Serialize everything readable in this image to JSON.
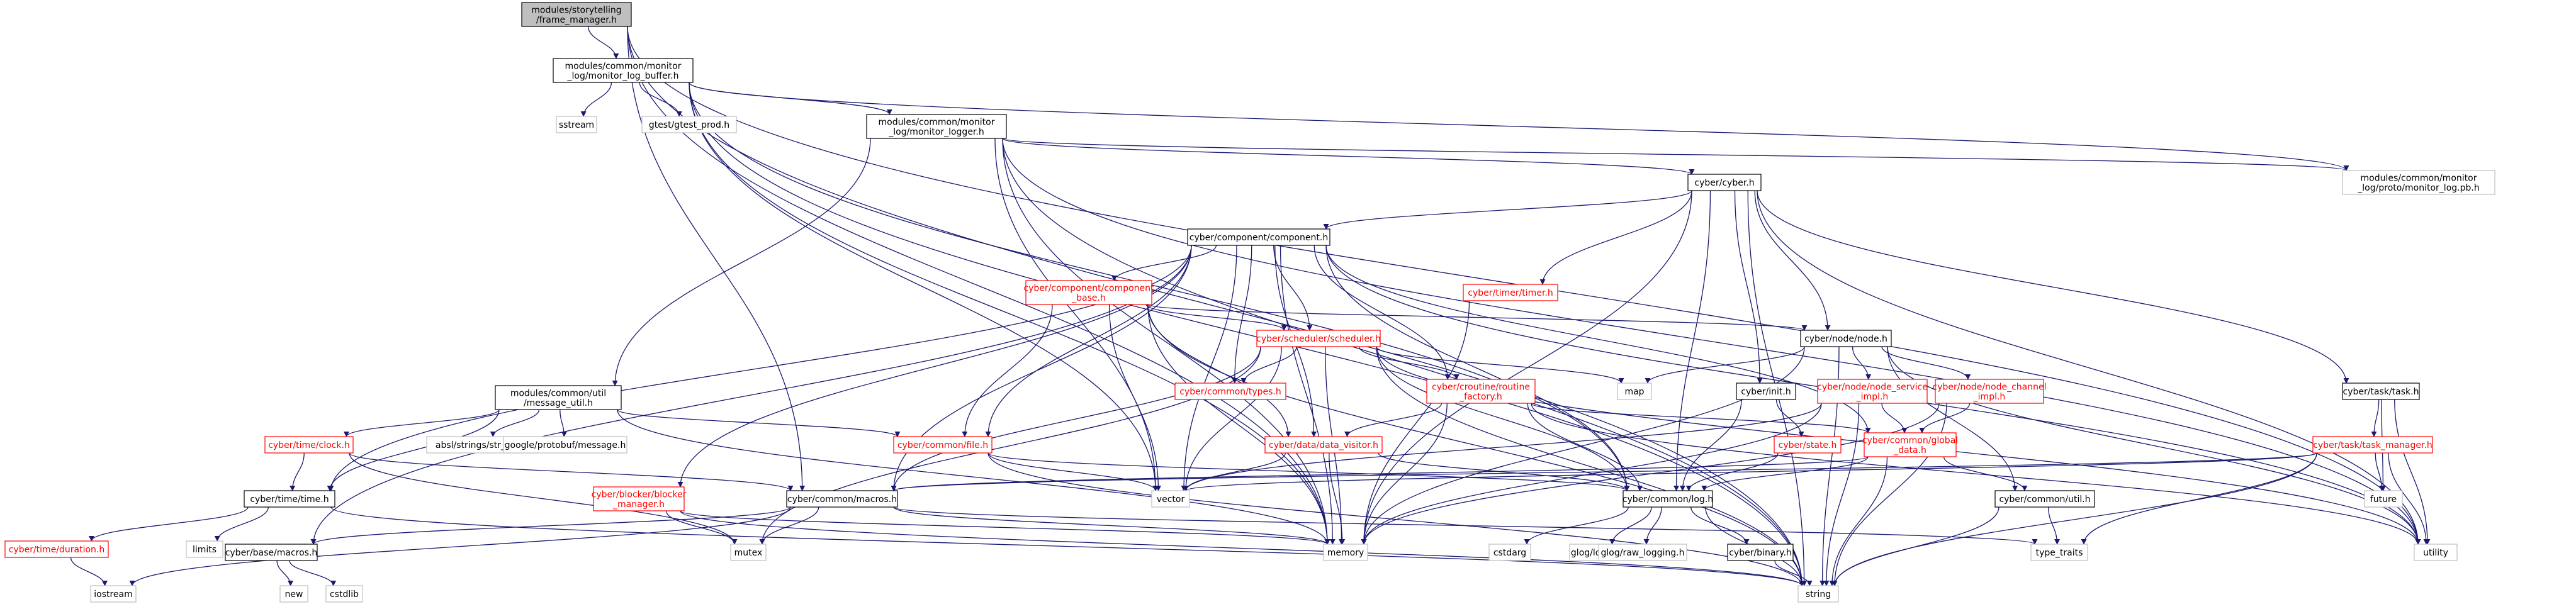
{
  "colors": {
    "edge": "#191970",
    "root_fill": "#bfbfbf",
    "root_border": "#000000",
    "normal_border": "#000000",
    "missing_border": "#ff0000",
    "external_border": "#bfbfbf",
    "text": "#000000",
    "red_text": "#ff0000"
  },
  "nodes": {
    "root": {
      "label": "modules/storytelling\n/frame_manager.h",
      "kind": "root"
    },
    "mlb": {
      "label": "modules/common/monitor\n_log/monitor_log_buffer.h",
      "kind": "normal"
    },
    "mlg": {
      "label": "modules/common/monitor\n_log/monitor_logger.h",
      "kind": "normal"
    },
    "mlpb": {
      "label": "modules/common/monitor\n_log/proto/monitor_log.pb.h",
      "kind": "external"
    },
    "sstream": {
      "label": "sstream",
      "kind": "external"
    },
    "gtestprod": {
      "label": "gtest/gtest_prod.h",
      "kind": "external"
    },
    "cyber": {
      "label": "cyber/cyber.h",
      "kind": "normal"
    },
    "component": {
      "label": "cyber/component/component.h",
      "kind": "normal"
    },
    "compbase": {
      "label": "cyber/component/component\n_base.h",
      "kind": "missing"
    },
    "timer": {
      "label": "cyber/timer/timer.h",
      "kind": "missing"
    },
    "node": {
      "label": "cyber/node/node.h",
      "kind": "normal"
    },
    "scheduler": {
      "label": "cyber/scheduler/scheduler.h",
      "kind": "missing"
    },
    "types": {
      "label": "cyber/common/types.h",
      "kind": "missing"
    },
    "msgutil": {
      "label": "modules/common/util\n/message_util.h",
      "kind": "normal"
    },
    "map": {
      "label": "map",
      "kind": "external"
    },
    "init": {
      "label": "cyber/init.h",
      "kind": "normal"
    },
    "nodesvc": {
      "label": "cyber/node/node_service\n_impl.h",
      "kind": "missing"
    },
    "nodechan": {
      "label": "cyber/node/node_channel\n_impl.h",
      "kind": "missing"
    },
    "task": {
      "label": "cyber/task/task.h",
      "kind": "normal"
    },
    "croutine": {
      "label": "cyber/croutine/routine\n_factory.h",
      "kind": "missing"
    },
    "clock": {
      "label": "cyber/time/clock.h",
      "kind": "missing"
    },
    "strcat": {
      "label": "absl/strings/str_cat.h",
      "kind": "external"
    },
    "protomsg": {
      "label": "google/protobuf/message.h",
      "kind": "external"
    },
    "file": {
      "label": "cyber/common/file.h",
      "kind": "missing"
    },
    "datavis": {
      "label": "cyber/data/data_visitor.h",
      "kind": "missing"
    },
    "state": {
      "label": "cyber/state.h",
      "kind": "missing"
    },
    "global": {
      "label": "cyber/common/global\n_data.h",
      "kind": "missing"
    },
    "taskmgr": {
      "label": "cyber/task/task_manager.h",
      "kind": "missing"
    },
    "timeh": {
      "label": "cyber/time/time.h",
      "kind": "normal"
    },
    "blocker": {
      "label": "cyber/blocker/blocker\n_manager.h",
      "kind": "missing"
    },
    "macros": {
      "label": "cyber/common/macros.h",
      "kind": "normal"
    },
    "vector": {
      "label": "vector",
      "kind": "external"
    },
    "log": {
      "label": "cyber/common/log.h",
      "kind": "normal"
    },
    "util": {
      "label": "cyber/common/util.h",
      "kind": "normal"
    },
    "future": {
      "label": "future",
      "kind": "external"
    },
    "duration": {
      "label": "cyber/time/duration.h",
      "kind": "missing"
    },
    "limits": {
      "label": "limits",
      "kind": "external"
    },
    "basemacros": {
      "label": "cyber/base/macros.h",
      "kind": "normal"
    },
    "mutex": {
      "label": "mutex",
      "kind": "external"
    },
    "memory": {
      "label": "memory",
      "kind": "external"
    },
    "utility": {
      "label": "utility",
      "kind": "external"
    },
    "typetraits": {
      "label": "type_traits",
      "kind": "external"
    },
    "cstdarg": {
      "label": "cstdarg",
      "kind": "external"
    },
    "glog": {
      "label": "glog/logging.h",
      "kind": "external"
    },
    "rawlog": {
      "label": "glog/raw_logging.h",
      "kind": "external"
    },
    "binary": {
      "label": "cyber/binary.h",
      "kind": "normal"
    },
    "iostream": {
      "label": "iostream",
      "kind": "external"
    },
    "new": {
      "label": "new",
      "kind": "external"
    },
    "cstdlib": {
      "label": "cstdlib",
      "kind": "external"
    },
    "string": {
      "label": "string",
      "kind": "external"
    }
  },
  "edges": [
    [
      "root",
      "mlb"
    ],
    [
      "root",
      "macros"
    ],
    [
      "root",
      "memory"
    ],
    [
      "root",
      "string"
    ],
    [
      "root",
      "utility"
    ],
    [
      "mlb",
      "sstream"
    ],
    [
      "mlb",
      "gtestprod"
    ],
    [
      "mlb",
      "mlg"
    ],
    [
      "mlb",
      "mlpb"
    ],
    [
      "mlb",
      "string"
    ],
    [
      "mlb",
      "vector"
    ],
    [
      "mlb",
      "memory"
    ],
    [
      "mlb",
      "log"
    ],
    [
      "mlg",
      "cyber"
    ],
    [
      "mlg",
      "mlpb"
    ],
    [
      "mlg",
      "msgutil"
    ],
    [
      "mlg",
      "memory"
    ],
    [
      "mlg",
      "vector"
    ],
    [
      "mlg",
      "string"
    ],
    [
      "mlg",
      "utility"
    ],
    [
      "cyber",
      "component"
    ],
    [
      "cyber",
      "timer"
    ],
    [
      "cyber",
      "node"
    ],
    [
      "cyber",
      "init"
    ],
    [
      "cyber",
      "task"
    ],
    [
      "cyber",
      "memory"
    ],
    [
      "cyber",
      "string"
    ],
    [
      "cyber",
      "utility"
    ],
    [
      "cyber",
      "log"
    ],
    [
      "component",
      "compbase"
    ],
    [
      "component",
      "types"
    ],
    [
      "component",
      "scheduler"
    ],
    [
      "component",
      "croutine"
    ],
    [
      "component",
      "global"
    ],
    [
      "component",
      "blocker"
    ],
    [
      "component",
      "macros"
    ],
    [
      "component",
      "file"
    ],
    [
      "component",
      "datavis"
    ],
    [
      "component",
      "memory"
    ],
    [
      "component",
      "vector"
    ],
    [
      "component",
      "utility"
    ],
    [
      "component",
      "timeh"
    ],
    [
      "component",
      "basemacros"
    ],
    [
      "component",
      "log"
    ],
    [
      "compbase",
      "scheduler"
    ],
    [
      "compbase",
      "node"
    ],
    [
      "compbase",
      "file"
    ],
    [
      "compbase",
      "datavis"
    ],
    [
      "compbase",
      "vector"
    ],
    [
      "compbase",
      "memory"
    ],
    [
      "compbase",
      "string"
    ],
    [
      "timer",
      "memory"
    ],
    [
      "node",
      "map"
    ],
    [
      "node",
      "nodesvc"
    ],
    [
      "node",
      "nodechan"
    ],
    [
      "node",
      "util"
    ],
    [
      "node",
      "memory"
    ],
    [
      "node",
      "string"
    ],
    [
      "node",
      "utility"
    ],
    [
      "scheduler",
      "types"
    ],
    [
      "scheduler",
      "croutine"
    ],
    [
      "scheduler",
      "map"
    ],
    [
      "scheduler",
      "macros"
    ],
    [
      "scheduler",
      "memory"
    ],
    [
      "scheduler",
      "mutex"
    ],
    [
      "scheduler",
      "string"
    ],
    [
      "scheduler",
      "vector"
    ],
    [
      "scheduler",
      "log"
    ],
    [
      "scheduler",
      "utility"
    ],
    [
      "msgutil",
      "clock"
    ],
    [
      "msgutil",
      "strcat"
    ],
    [
      "msgutil",
      "protomsg"
    ],
    [
      "msgutil",
      "file"
    ],
    [
      "msgutil",
      "timeh"
    ],
    [
      "msgutil",
      "memory"
    ],
    [
      "init",
      "state"
    ],
    [
      "init",
      "log"
    ],
    [
      "nodesvc",
      "global"
    ],
    [
      "nodesvc",
      "memory"
    ],
    [
      "nodesvc",
      "string"
    ],
    [
      "nodesvc",
      "vector"
    ],
    [
      "nodechan",
      "global"
    ],
    [
      "nodechan",
      "memory"
    ],
    [
      "nodechan",
      "string"
    ],
    [
      "task",
      "taskmgr"
    ],
    [
      "task",
      "future"
    ],
    [
      "task",
      "utility"
    ],
    [
      "croutine",
      "datavis"
    ],
    [
      "croutine",
      "global"
    ],
    [
      "croutine",
      "log"
    ],
    [
      "croutine",
      "memory"
    ],
    [
      "croutine",
      "utility"
    ],
    [
      "clock",
      "timeh"
    ],
    [
      "clock",
      "macros"
    ],
    [
      "clock",
      "mutex"
    ],
    [
      "file",
      "log"
    ],
    [
      "file",
      "vector"
    ],
    [
      "file",
      "string"
    ],
    [
      "datavis",
      "log"
    ],
    [
      "datavis",
      "vector"
    ],
    [
      "datavis",
      "memory"
    ],
    [
      "state",
      "log"
    ],
    [
      "global",
      "macros"
    ],
    [
      "global",
      "util"
    ],
    [
      "global",
      "log"
    ],
    [
      "global",
      "string"
    ],
    [
      "taskmgr",
      "macros"
    ],
    [
      "taskmgr",
      "future"
    ],
    [
      "taskmgr",
      "typetraits"
    ],
    [
      "taskmgr",
      "string"
    ],
    [
      "taskmgr",
      "utility"
    ],
    [
      "taskmgr",
      "vector"
    ],
    [
      "timeh",
      "duration"
    ],
    [
      "timeh",
      "limits"
    ],
    [
      "timeh",
      "string"
    ],
    [
      "duration",
      "iostream"
    ],
    [
      "blocker",
      "mutex"
    ],
    [
      "blocker",
      "memory"
    ],
    [
      "blocker",
      "string"
    ],
    [
      "macros",
      "basemacros"
    ],
    [
      "macros",
      "iostream"
    ],
    [
      "macros",
      "mutex"
    ],
    [
      "macros",
      "memory"
    ],
    [
      "macros",
      "typetraits"
    ],
    [
      "log",
      "cstdarg"
    ],
    [
      "log",
      "glog"
    ],
    [
      "log",
      "rawlog"
    ],
    [
      "log",
      "binary"
    ],
    [
      "log",
      "string"
    ],
    [
      "util",
      "typetraits"
    ],
    [
      "util",
      "string"
    ],
    [
      "basemacros",
      "new"
    ],
    [
      "basemacros",
      "cstdlib"
    ],
    [
      "binary",
      "string"
    ]
  ]
}
